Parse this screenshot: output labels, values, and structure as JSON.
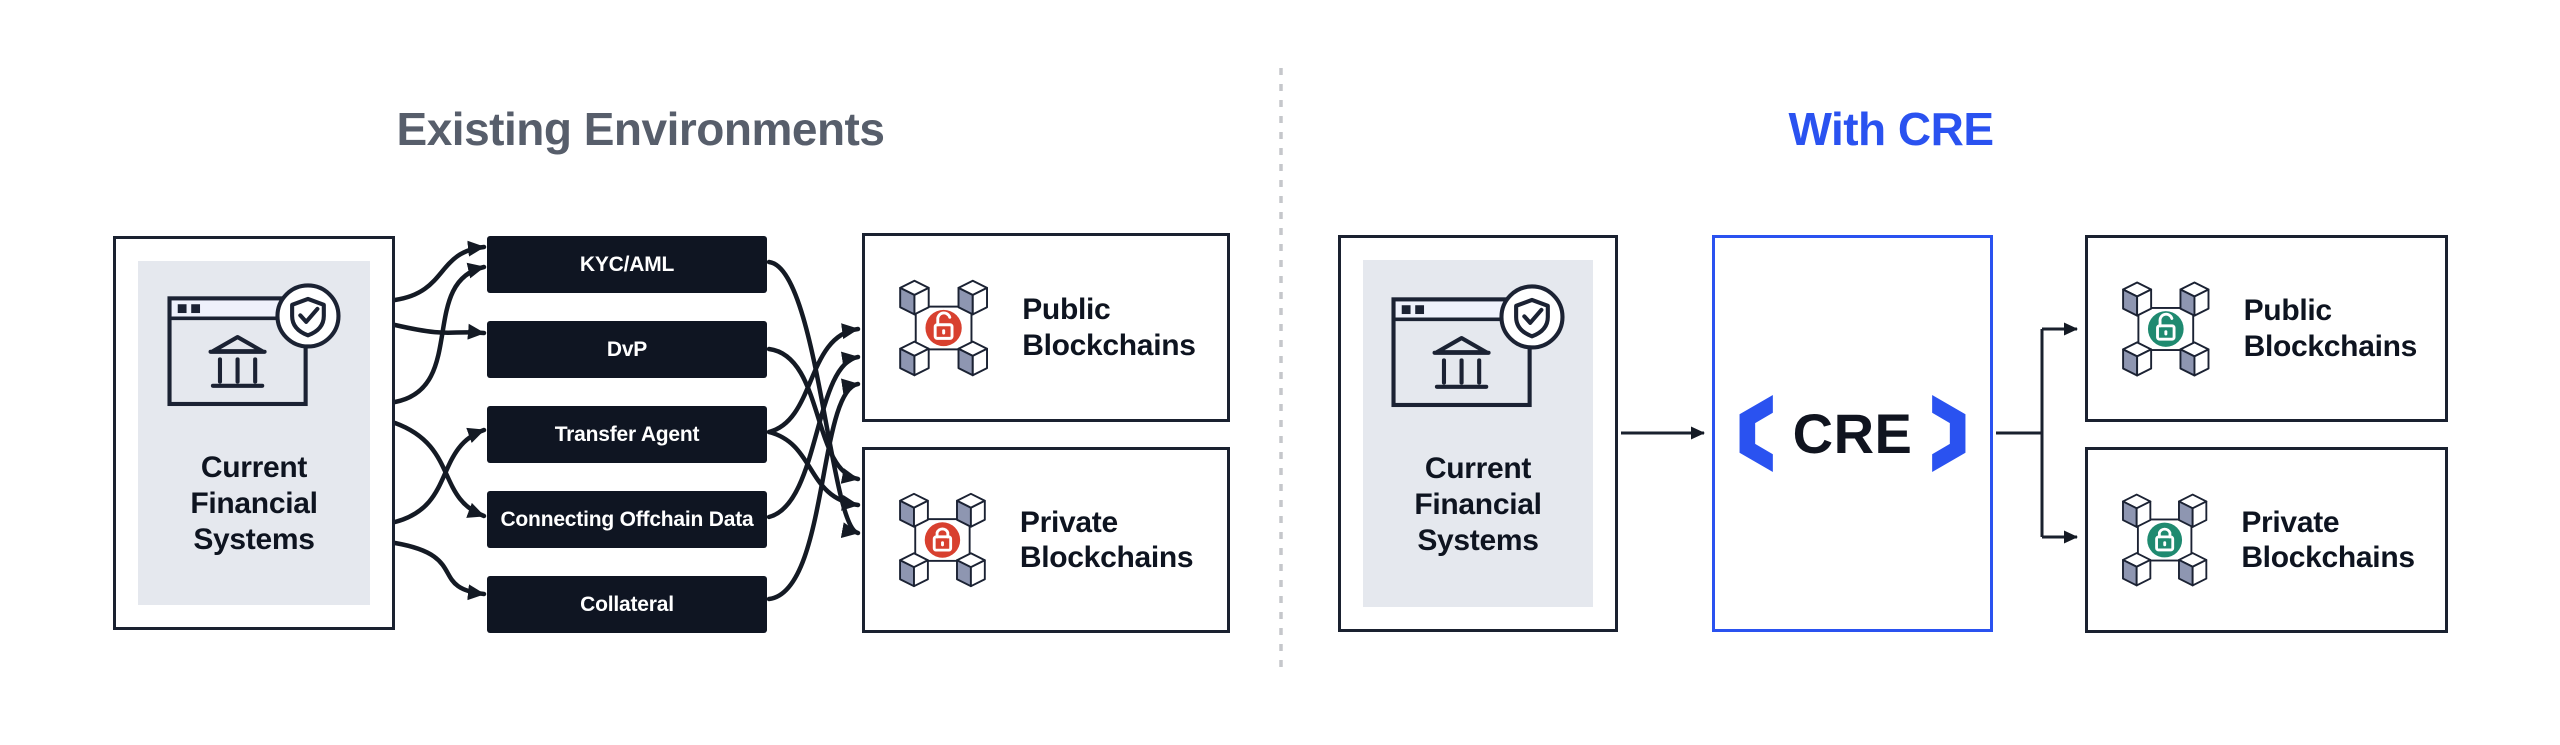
{
  "left_section": {
    "title": "Existing Environments",
    "title_color": "#575e6b",
    "source": {
      "label": "Current Financial Systems"
    },
    "middleware": [
      {
        "label": "KYC/AML"
      },
      {
        "label": "DvP"
      },
      {
        "label": "Transfer Agent"
      },
      {
        "label": "Connecting Offchain Data"
      },
      {
        "label": "Collateral"
      }
    ],
    "chains": [
      {
        "label": "Public Blockchains",
        "lock": "unlocked",
        "lock_color": "#d8402f"
      },
      {
        "label": "Private Blockchains",
        "lock": "locked",
        "lock_color": "#d8402f"
      }
    ]
  },
  "right_section": {
    "title": "With CRE",
    "title_color": "#2a52f0",
    "source": {
      "label": "Current Financial Systems"
    },
    "cre": {
      "label": "CRE",
      "accent_color": "#2a52f0"
    },
    "chains": [
      {
        "label": "Public Blockchains",
        "lock": "unlocked",
        "lock_color": "#1f8a70"
      },
      {
        "label": "Private Blockchains",
        "lock": "locked",
        "lock_color": "#1f8a70"
      }
    ]
  },
  "divider": {
    "style": "dashed",
    "color": "#c5c7cb"
  }
}
